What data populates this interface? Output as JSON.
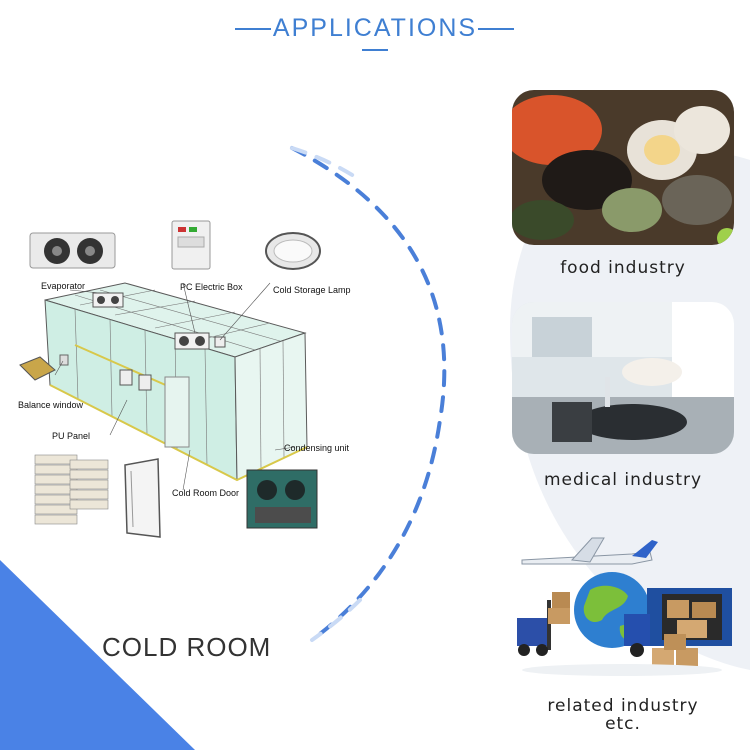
{
  "header": {
    "title": "APPLICATIONS"
  },
  "diagram": {
    "evaporator": "Evaporator",
    "pc_box": "PC Electric Box",
    "lamp": "Cold Storage Lamp",
    "balance_window": "Balance window",
    "pu_panel": "PU Panel",
    "condensing_unit": "Condensing unit",
    "door": "Cold Room Door"
  },
  "main_label": "COLD ROOM",
  "applications": [
    {
      "caption": "food industry",
      "icon": "seafood-photo"
    },
    {
      "caption": "medical industry",
      "icon": "laboratory-photo"
    },
    {
      "caption": "related industry",
      "caption2": "etc.",
      "icon": "logistics-photo"
    }
  ],
  "colors": {
    "accent": "#3f7fd2",
    "triangle": "#4a82e6"
  }
}
